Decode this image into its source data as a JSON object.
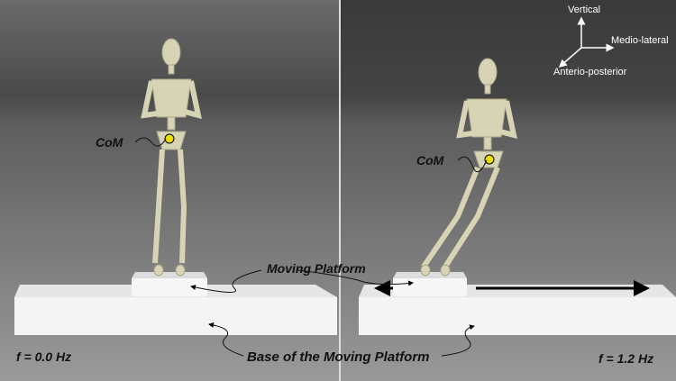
{
  "labels": {
    "com_left": "CoM",
    "com_right": "CoM",
    "moving_platform": "Moving Platform",
    "base": "Base of the Moving Platform",
    "freq_left": "f = 0.0 Hz",
    "freq_right": "f = 1.2 Hz"
  },
  "axes": {
    "vertical": "Vertical",
    "medio_lateral": "Medio-lateral",
    "anterio_posterior": "Anterio-posterior"
  },
  "colors": {
    "mannequin": "#d6d4b4",
    "platform": "#f2f2f2",
    "background_top": "#3c3c3c",
    "floor": "#8e8e8e"
  }
}
